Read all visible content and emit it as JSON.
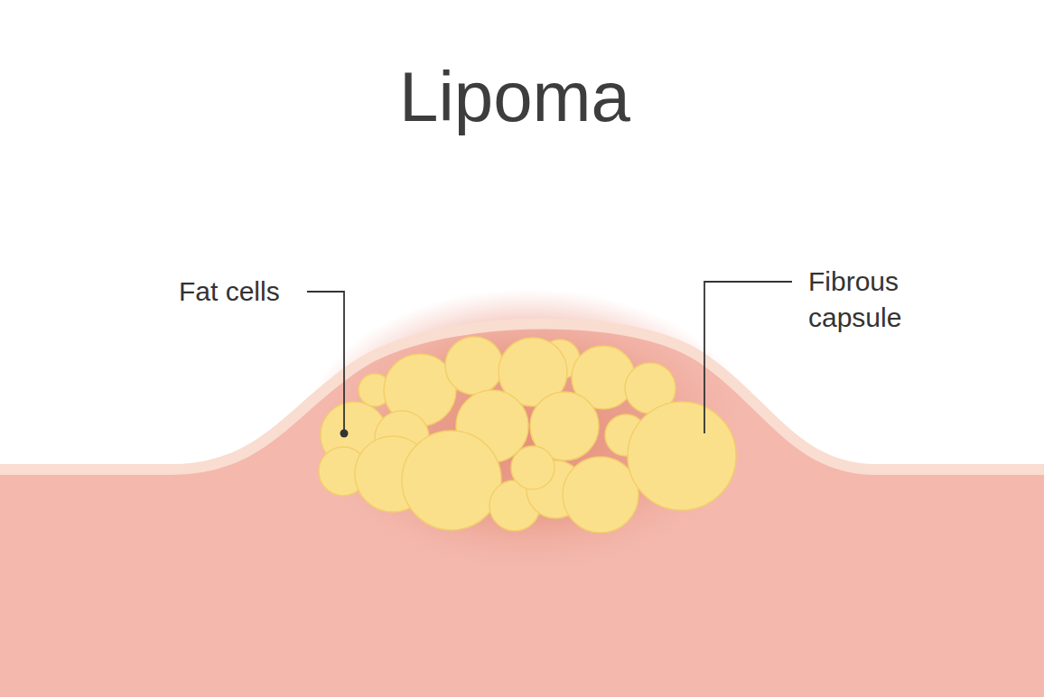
{
  "diagram": {
    "title": "Lipoma",
    "labels": [
      "Fat cells",
      "Fibrous capsule"
    ]
  }
}
